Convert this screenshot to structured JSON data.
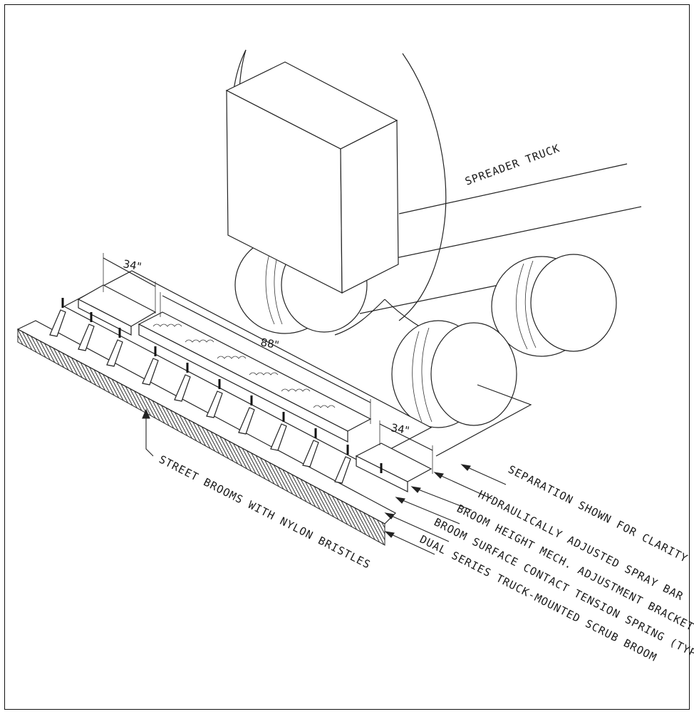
{
  "diagram": {
    "truck_label": "SPREADER TRUCK",
    "dimensions": {
      "left_section": "34\"",
      "center_section": "88\"",
      "right_section": "34\""
    },
    "callouts": {
      "separation": "SEPARATION SHOWN FOR CLARITY",
      "spray_bar": "HYDRAULICALLY ADJUSTED SPRAY BAR",
      "height_bracket": "BROOM HEIGHT MECH. ADJUSTMENT BRACKET (TYP)",
      "tension_spring": "BROOM SURFACE CONTACT TENSION SPRING (TYP)",
      "scrub_broom": "DUAL SERIES TRUCK-MOUNTED SCRUB BROOM",
      "street_brooms": "STREET BROOMS WITH NYLON BRISTLES"
    }
  }
}
